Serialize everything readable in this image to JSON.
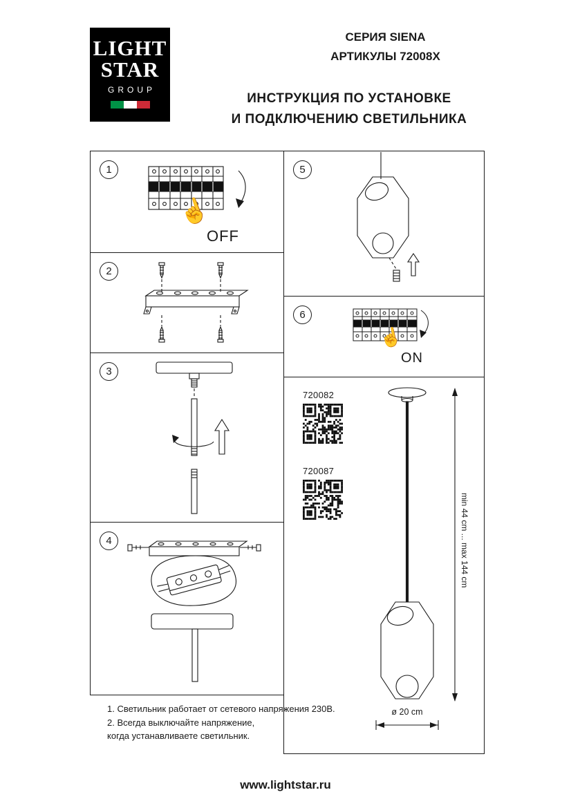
{
  "logo": {
    "line1": "LIGHT",
    "line2": "STAR",
    "line3": "GROUP"
  },
  "header": {
    "series": "СЕРИЯ SIENA",
    "articles": "АРТИКУЛЫ 72008X",
    "title_line1": "ИНСТРУКЦИЯ ПО УСТАНОВКЕ",
    "title_line2": "И ПОДКЛЮЧЕНИЮ СВЕТИЛЬНИКА"
  },
  "steps": {
    "s1": {
      "number": "1",
      "label": "OFF"
    },
    "s2": {
      "number": "2"
    },
    "s3": {
      "number": "3"
    },
    "s4": {
      "number": "4"
    },
    "s5": {
      "number": "5"
    },
    "s6": {
      "number": "6",
      "label": "ON"
    }
  },
  "products": {
    "item1_code": "720082",
    "item2_code": "720087",
    "height_range": "min 44 cm ... max 144 cm",
    "diameter": "ø 20 cm"
  },
  "notes": {
    "line1": "1. Светильник работает от сетевого напряжения 230В.",
    "line2": "2. Всегда выключайте напряжение,",
    "line3": "когда устанавливаете светильник."
  },
  "footer": {
    "url": "www.lightstar.ru"
  },
  "icons": {
    "hand_up": "☝"
  },
  "colors": {
    "flag_green": "#009246",
    "flag_white": "#ffffff",
    "flag_red": "#CE2B37",
    "ink": "#1a1a1a"
  }
}
